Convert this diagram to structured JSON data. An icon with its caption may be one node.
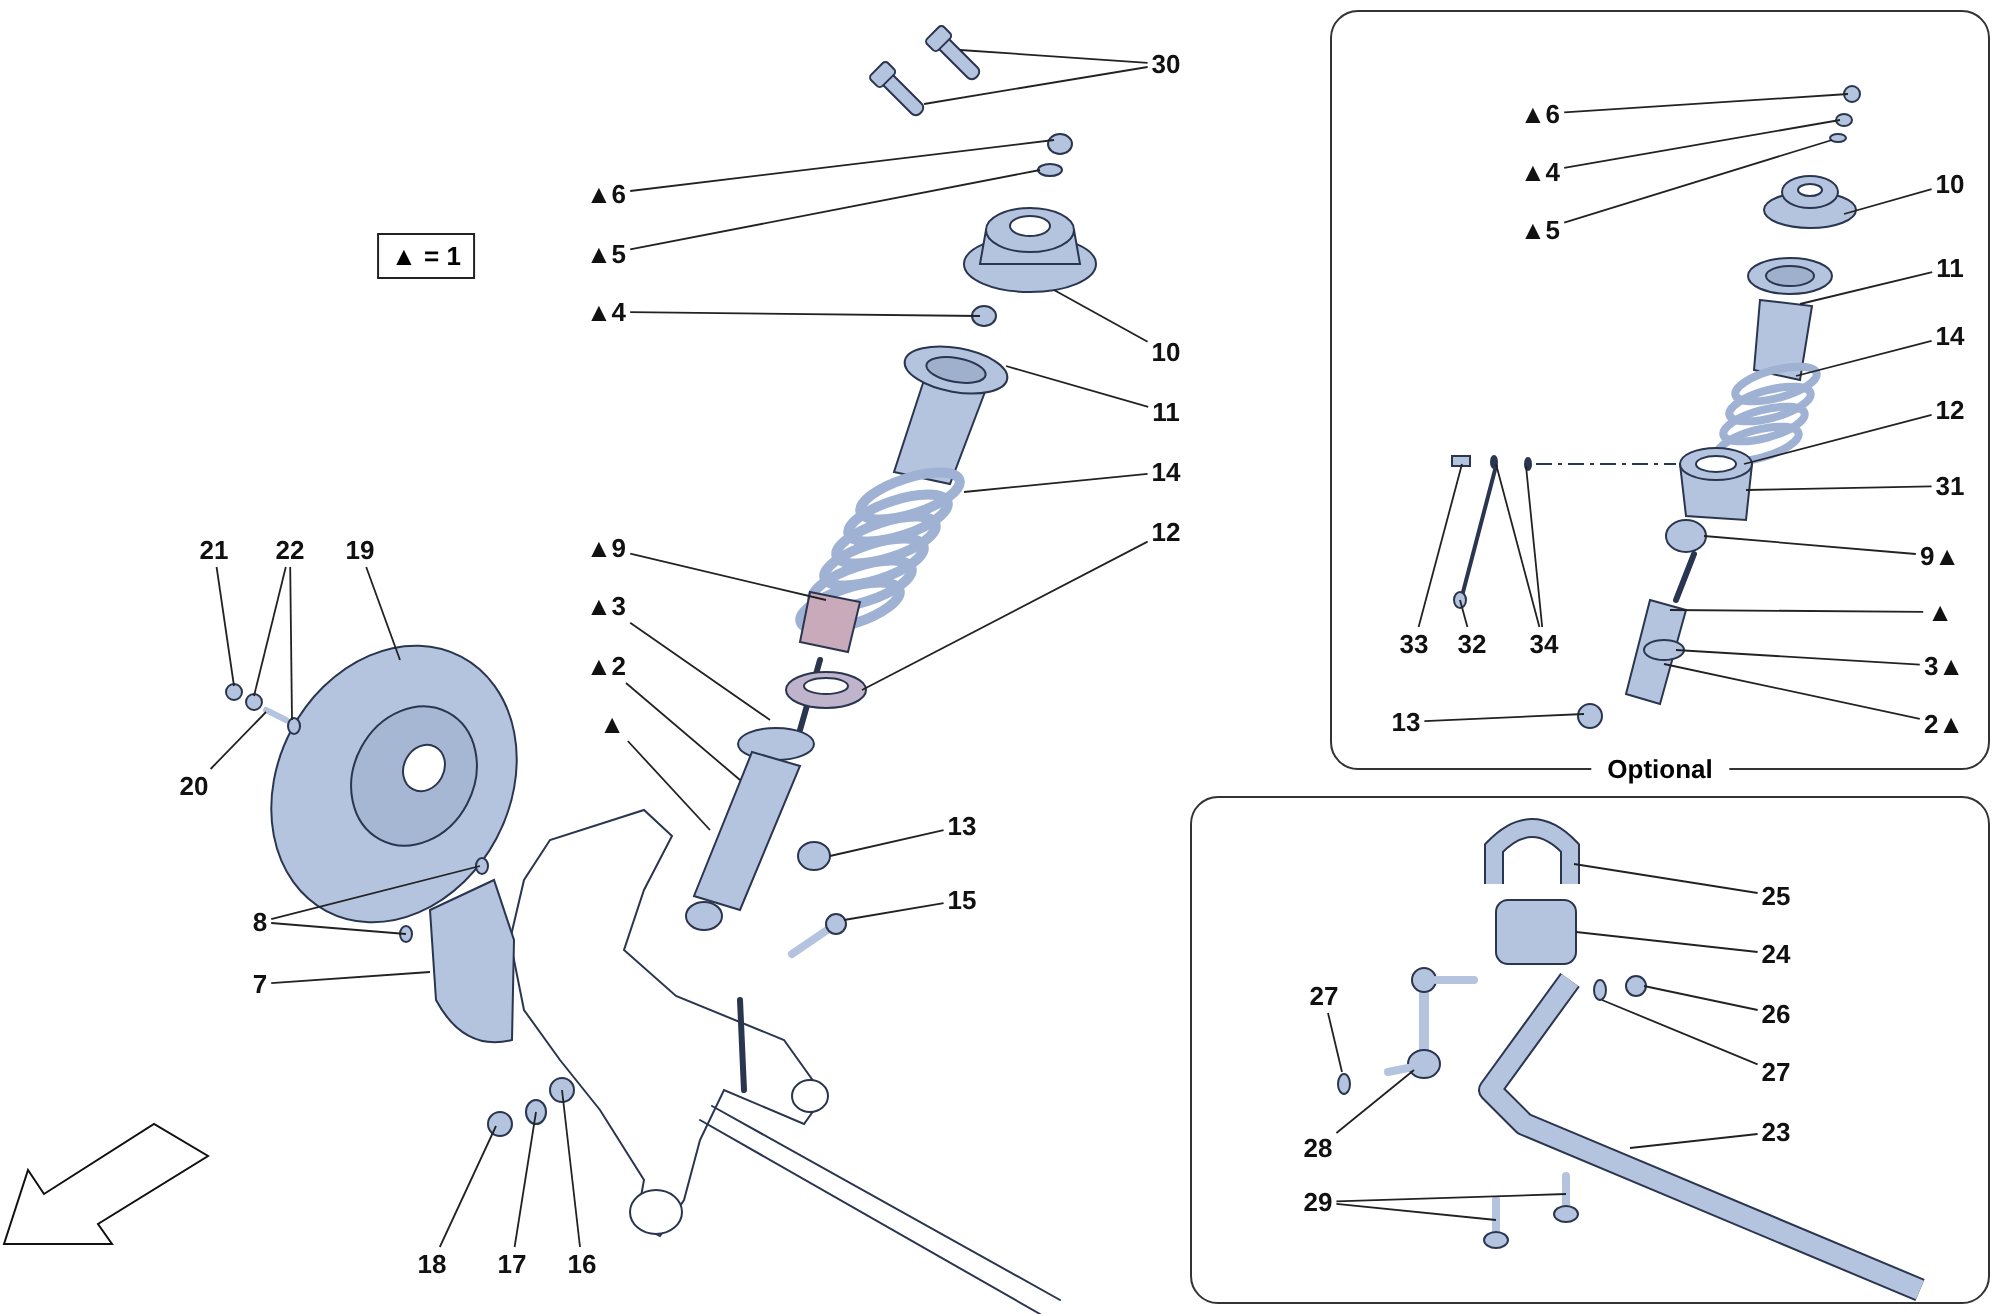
{
  "diagram": {
    "nodes": [
      {
        "text": [
          "▲ = 1"
        ]
      },
      {
        "text": [
          "30"
        ]
      },
      {
        "text": [
          "▲6"
        ]
      },
      {
        "text": [
          "▲5"
        ]
      },
      {
        "text": [
          "▲4"
        ]
      },
      {
        "text": [
          "10"
        ]
      },
      {
        "text": [
          "11"
        ]
      },
      {
        "text": [
          "14"
        ]
      },
      {
        "text": [
          "12"
        ]
      },
      {
        "text": [
          "▲9"
        ]
      },
      {
        "text": [
          "▲3"
        ]
      },
      {
        "text": [
          "▲2"
        ]
      },
      {
        "text": [
          "▲"
        ]
      },
      {
        "text": [
          "13"
        ]
      },
      {
        "text": [
          "15"
        ]
      },
      {
        "text": [
          "21"
        ]
      },
      {
        "text": [
          "22"
        ]
      },
      {
        "text": [
          "19"
        ]
      },
      {
        "text": [
          "20"
        ]
      },
      {
        "text": [
          "8"
        ]
      },
      {
        "text": [
          "7"
        ]
      },
      {
        "text": [
          "18"
        ]
      },
      {
        "text": [
          "17"
        ]
      },
      {
        "text": [
          "16"
        ]
      },
      {
        "text": [
          "Optional"
        ]
      },
      {
        "text": [
          "▲6"
        ],
        "in": 24
      },
      {
        "text": [
          "▲4"
        ],
        "in": 24
      },
      {
        "text": [
          "▲5"
        ],
        "in": 24
      },
      {
        "text": [
          "10"
        ],
        "in": 24
      },
      {
        "text": [
          "11"
        ],
        "in": 24
      },
      {
        "text": [
          "14"
        ],
        "in": 24
      },
      {
        "text": [
          "12"
        ],
        "in": 24
      },
      {
        "text": [
          "31"
        ],
        "in": 24
      },
      {
        "text": [
          "9▲"
        ],
        "in": 24
      },
      {
        "text": [
          "▲"
        ],
        "in": 24
      },
      {
        "text": [
          "33"
        ],
        "in": 24
      },
      {
        "text": [
          "32"
        ],
        "in": 24
      },
      {
        "text": [
          "34"
        ],
        "in": 24
      },
      {
        "text": [
          "3▲"
        ],
        "in": 24
      },
      {
        "text": [
          "2▲"
        ],
        "in": 24
      },
      {
        "text": [
          "13"
        ],
        "in": 24
      },
      {
        "text": [],
        "shape": "box"
      },
      {
        "text": [
          "25"
        ],
        "in": 41
      },
      {
        "text": [
          "24"
        ],
        "in": 41
      },
      {
        "text": [
          "26"
        ],
        "in": 41
      },
      {
        "text": [
          "27"
        ],
        "in": 41
      },
      {
        "text": [
          "27"
        ],
        "in": 41
      },
      {
        "text": [
          "28"
        ],
        "in": 41
      },
      {
        "text": [
          "23"
        ],
        "in": 41
      },
      {
        "text": [
          "29"
        ],
        "in": 41
      }
    ],
    "edges": [
      {
        "from": 1,
        "to": null,
        "arrow": "none"
      },
      {
        "from": 1,
        "to": null,
        "arrow": "none"
      },
      {
        "from": 2,
        "to": null,
        "arrow": "none"
      },
      {
        "from": 3,
        "to": null,
        "arrow": "none"
      },
      {
        "from": 4,
        "to": null,
        "arrow": "none"
      },
      {
        "from": 5,
        "to": null,
        "arrow": "none"
      },
      {
        "from": 6,
        "to": null,
        "arrow": "none"
      },
      {
        "from": 7,
        "to": null,
        "arrow": "none"
      },
      {
        "from": 8,
        "to": null,
        "arrow": "none"
      },
      {
        "from": 9,
        "to": null,
        "arrow": "none"
      },
      {
        "from": 10,
        "to": null,
        "arrow": "none"
      },
      {
        "from": 11,
        "to": null,
        "arrow": "none"
      },
      {
        "from": 12,
        "to": null,
        "arrow": "none"
      },
      {
        "from": 13,
        "to": null,
        "arrow": "none"
      },
      {
        "from": 14,
        "to": null,
        "arrow": "none"
      },
      {
        "from": 15,
        "to": null,
        "arrow": "none"
      },
      {
        "from": 16,
        "to": null,
        "arrow": "none"
      },
      {
        "from": 16,
        "to": null,
        "arrow": "none"
      },
      {
        "from": 17,
        "to": null,
        "arrow": "none"
      },
      {
        "from": 18,
        "to": null,
        "arrow": "none"
      },
      {
        "from": 19,
        "to": null,
        "arrow": "none"
      },
      {
        "from": 19,
        "to": null,
        "arrow": "none"
      },
      {
        "from": 20,
        "to": null,
        "arrow": "none"
      },
      {
        "from": 21,
        "to": null,
        "arrow": "none"
      },
      {
        "from": 22,
        "to": null,
        "arrow": "none"
      },
      {
        "from": 23,
        "to": null,
        "arrow": "none"
      },
      {
        "from": 25,
        "to": null,
        "arrow": "none"
      },
      {
        "from": 26,
        "to": null,
        "arrow": "none"
      },
      {
        "from": 27,
        "to": null,
        "arrow": "none"
      },
      {
        "from": 28,
        "to": null,
        "arrow": "none"
      },
      {
        "from": 29,
        "to": null,
        "arrow": "none"
      },
      {
        "from": 30,
        "to": null,
        "arrow": "none"
      },
      {
        "from": 31,
        "to": null,
        "arrow": "none"
      },
      {
        "from": 32,
        "to": null,
        "arrow": "none"
      },
      {
        "from": 33,
        "to": null,
        "arrow": "none"
      },
      {
        "from": 34,
        "to": null,
        "arrow": "none"
      },
      {
        "from": 35,
        "to": null,
        "arrow": "none"
      },
      {
        "from": 36,
        "to": null,
        "arrow": "none"
      },
      {
        "from": 37,
        "to": null,
        "arrow": "none"
      },
      {
        "from": 37,
        "to": null,
        "arrow": "none"
      },
      {
        "from": 38,
        "to": null,
        "arrow": "none"
      },
      {
        "from": 39,
        "to": null,
        "arrow": "none"
      },
      {
        "from": 40,
        "to": null,
        "arrow": "none"
      },
      {
        "from": 42,
        "to": null,
        "arrow": "none"
      },
      {
        "from": 43,
        "to": null,
        "arrow": "none"
      },
      {
        "from": 44,
        "to": null,
        "arrow": "none"
      },
      {
        "from": 45,
        "to": null,
        "arrow": "none"
      },
      {
        "from": 46,
        "to": null,
        "arrow": "none"
      },
      {
        "from": 47,
        "to": null,
        "arrow": "none"
      },
      {
        "from": 48,
        "to": null,
        "arrow": "none"
      },
      {
        "from": 49,
        "to": null,
        "arrow": "none"
      },
      {
        "from": 49,
        "to": null,
        "arrow": "none"
      }
    ]
  }
}
